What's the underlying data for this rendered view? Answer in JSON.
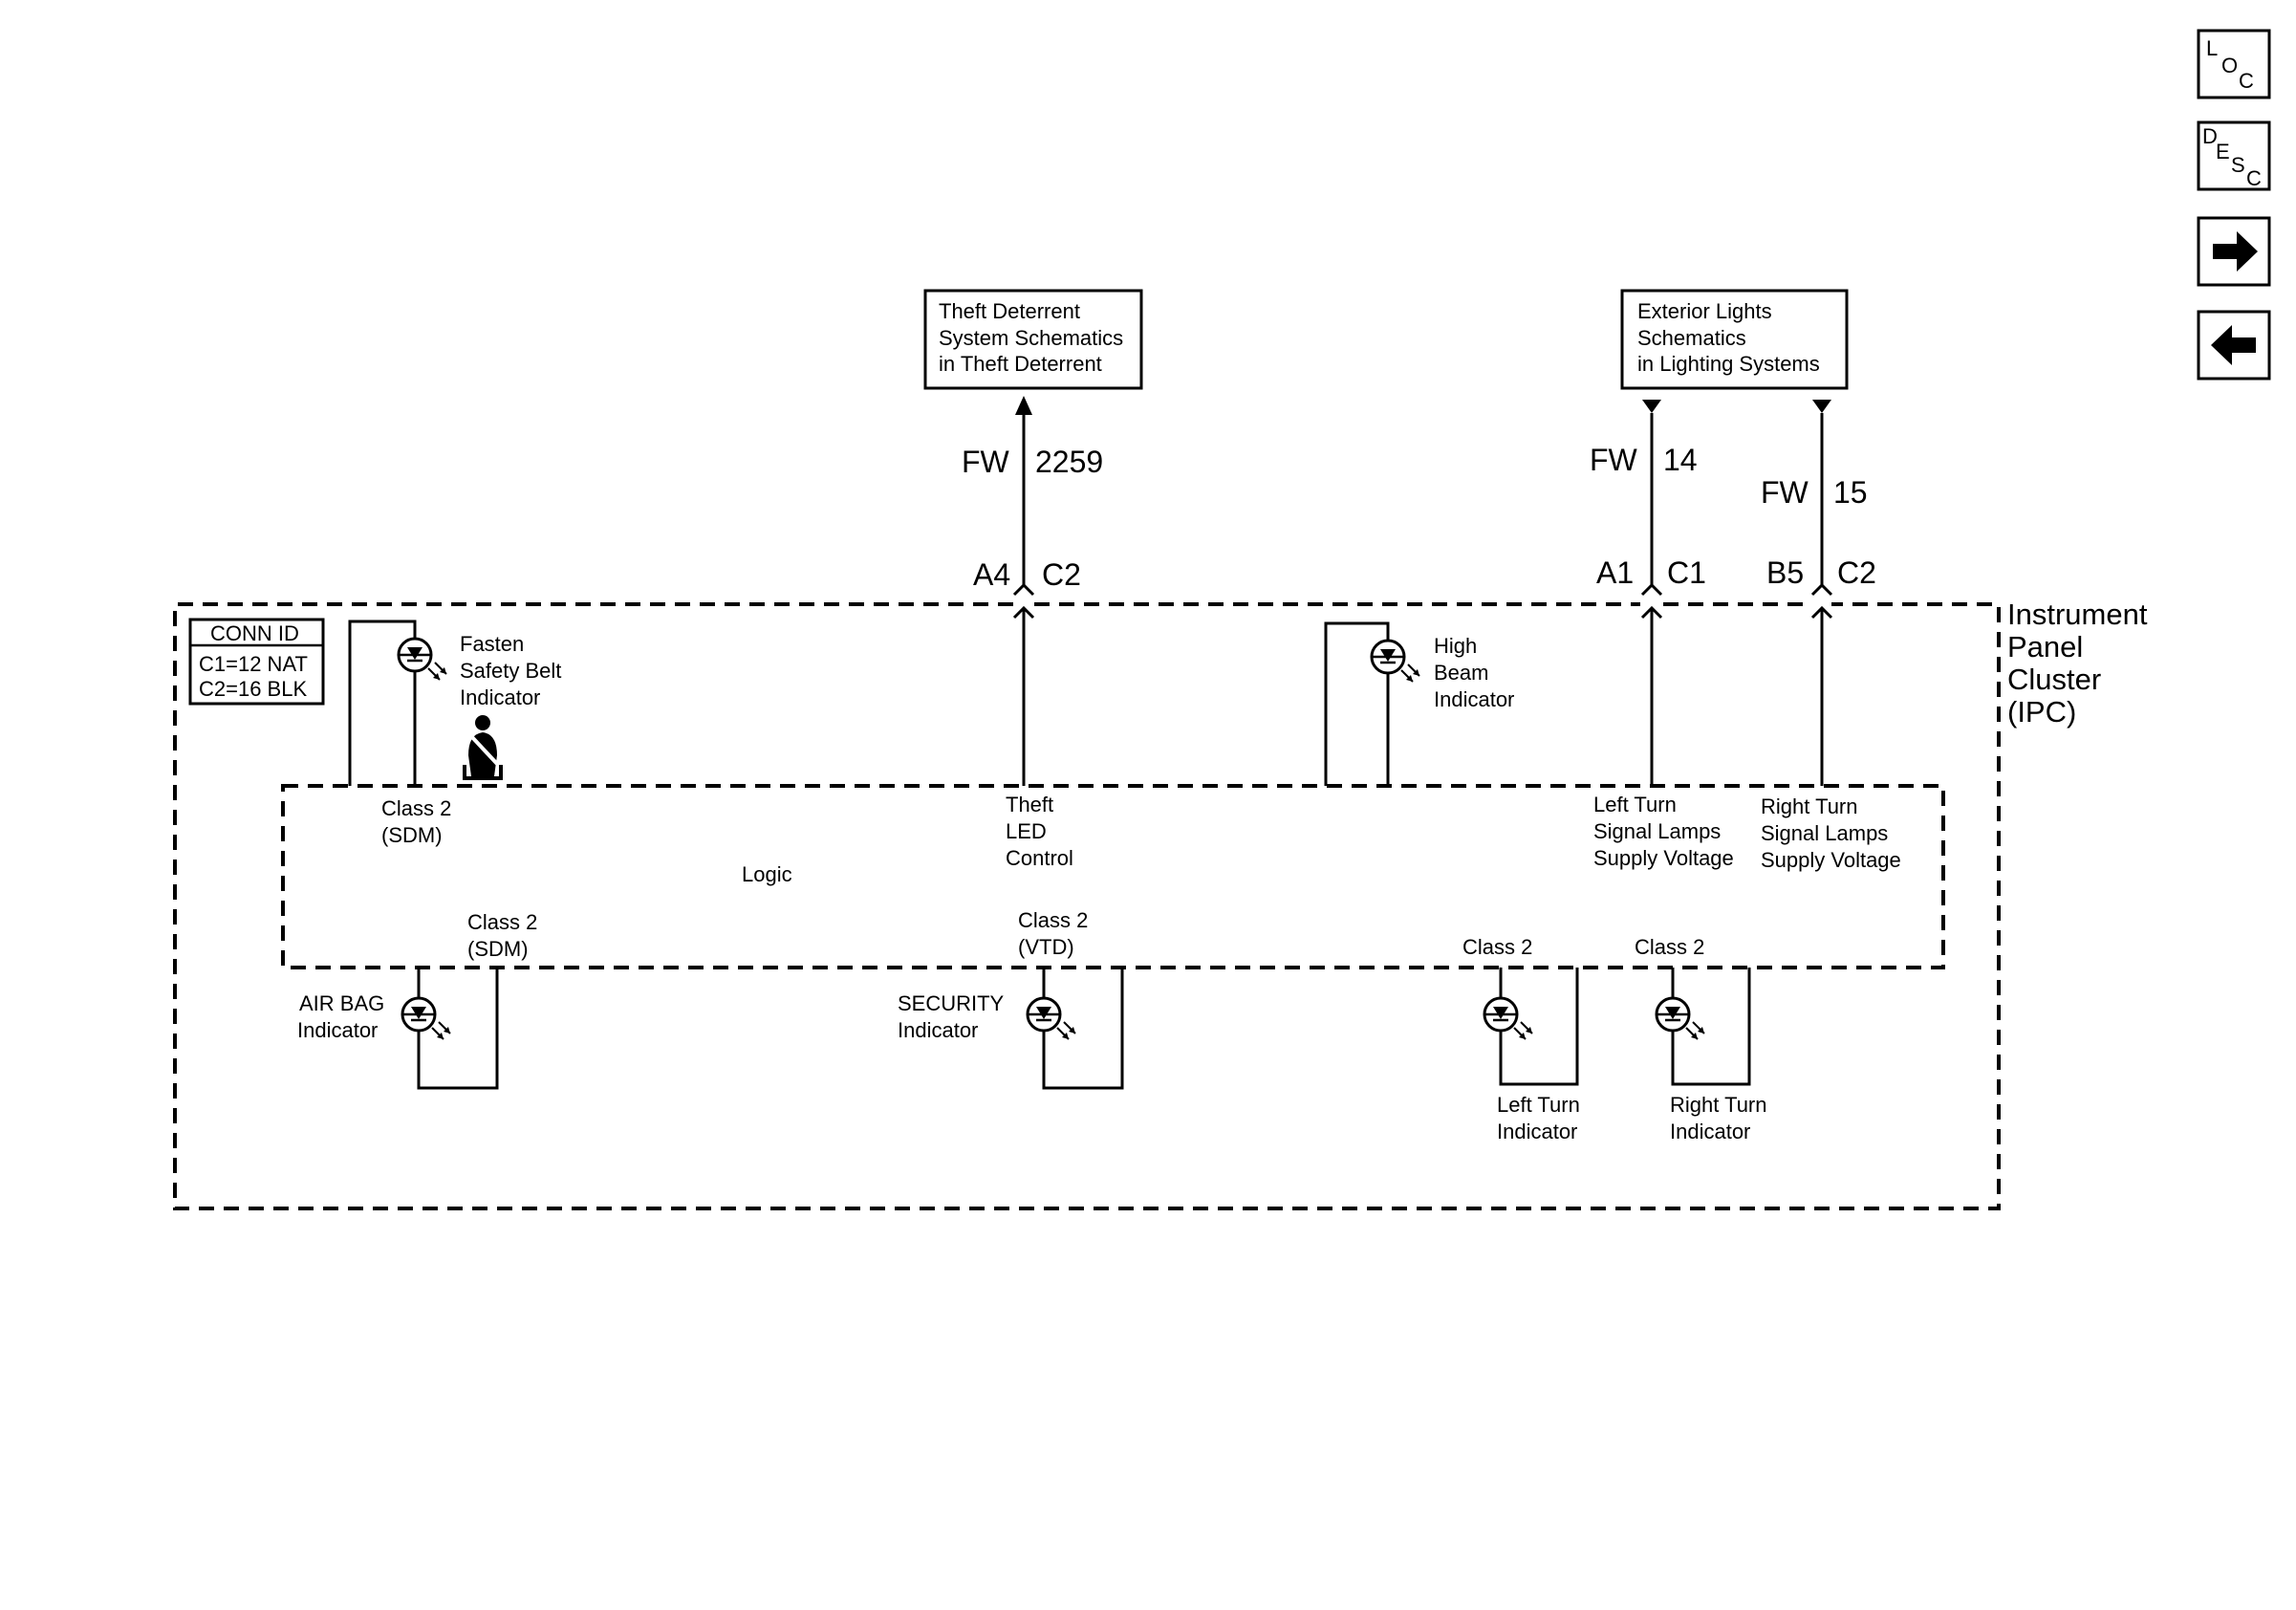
{
  "nav": {
    "loc": {
      "l1": "L",
      "l2": "O",
      "l3": "C"
    },
    "desc": {
      "l1": "D",
      "l2": "E",
      "l3": "S",
      "l4": "C"
    },
    "next_icon": "arrow-right-icon",
    "prev_icon": "arrow-left-icon"
  },
  "refs": {
    "theft": [
      "Theft Deterrent",
      "System Schematics",
      "in Theft Deterrent"
    ],
    "exterior": [
      "Exterior Lights",
      "Schematics",
      "in Lighting Systems"
    ]
  },
  "circuits": [
    {
      "fw": "FW",
      "num": "2259",
      "pin": "A4",
      "conn": "C2"
    },
    {
      "fw": "FW",
      "num": "14",
      "pin": "A1",
      "conn": "C1"
    },
    {
      "fw": "FW",
      "num": "15",
      "pin": "B5",
      "conn": "C2"
    }
  ],
  "ipc_label": [
    "Instrument",
    "Panel",
    "Cluster",
    "(IPC)"
  ],
  "conn_id": {
    "title": "CONN ID",
    "c1": "C1=12 NAT",
    "c2": "C2=16 BLK"
  },
  "indicators": {
    "fasten": [
      "Fasten",
      "Safety Belt",
      "Indicator"
    ],
    "high_beam": [
      "High",
      "Beam",
      "Indicator"
    ],
    "air_bag": [
      "AIR BAG",
      "Indicator"
    ],
    "security": [
      "SECURITY",
      "Indicator"
    ],
    "left_turn": [
      "Left Turn",
      "Indicator"
    ],
    "right_turn": [
      "Right Turn",
      "Indicator"
    ]
  },
  "logic": {
    "label": "Logic",
    "class2_sdm_top": [
      "Class 2",
      "(SDM)"
    ],
    "theft_led": [
      "Theft",
      "LED",
      "Control"
    ],
    "left_supply": [
      "Left Turn",
      "Signal Lamps",
      "Supply Voltage"
    ],
    "right_supply": [
      "Right Turn",
      "Signal Lamps",
      "Supply Voltage"
    ],
    "class2_sdm_bot": [
      "Class 2",
      "(SDM)"
    ],
    "class2_vtd": [
      "Class 2",
      "(VTD)"
    ],
    "class2_left": "Class 2",
    "class2_right": "Class 2"
  },
  "seatbelt_icon": "seatbelt-icon"
}
